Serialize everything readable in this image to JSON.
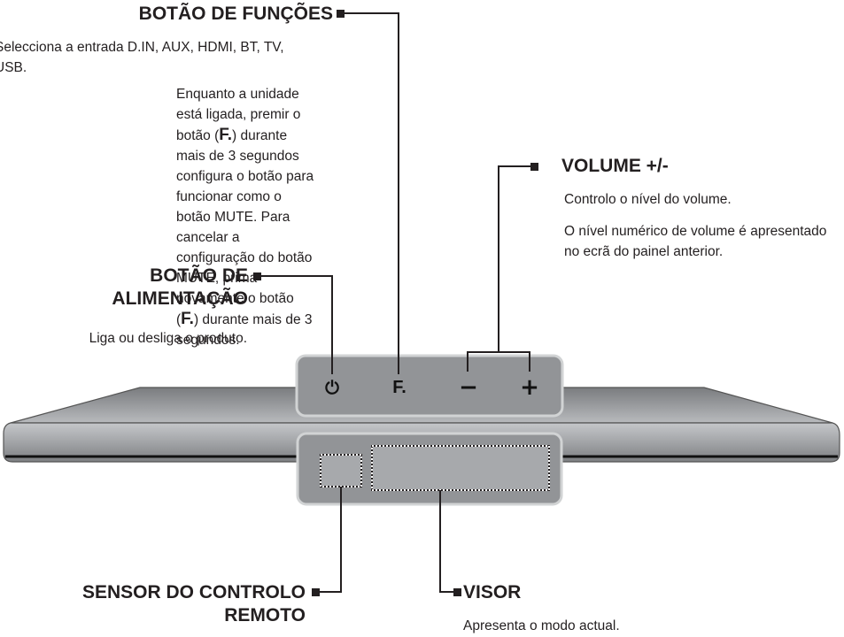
{
  "function_button": {
    "heading": "BOTÃO DE FUNÇÕES",
    "desc": "Selecciona a entrada D.IN, AUX, HDMI, BT, TV, USB.",
    "note_prefix": "Enquanto a unidade está ligada, premir o botão (",
    "note_key": "F.",
    "note_mid": ") durante mais de 3 segundos configura o botão para funcionar como o botão MUTE. Para cancelar a configuração do botão MUTE, prima novamente o botão (",
    "note_suffix": ") durante mais de 3 segundos."
  },
  "volume": {
    "heading": "VOLUME +/-",
    "desc1": "Controlo o nível do volume.",
    "desc2": "O nível numérico de volume é apresentado no ecrã do painel anterior."
  },
  "power_button": {
    "heading_line1": "BOTÃO DE",
    "heading_line2": "ALIMENTAÇÃO",
    "desc": "Liga ou desliga o produto."
  },
  "remote_sensor": {
    "heading_line1": "SENSOR DO CONTROLO",
    "heading_line2": "REMOTO"
  },
  "display": {
    "heading": "VISOR",
    "desc": "Apresenta o modo actual."
  },
  "panel_labels": {
    "power": "⏻",
    "function": "F.",
    "minus": "−",
    "plus": "+"
  },
  "colors": {
    "body": "#a7a9ac",
    "panel": "#8f9194",
    "text": "#231f20"
  }
}
